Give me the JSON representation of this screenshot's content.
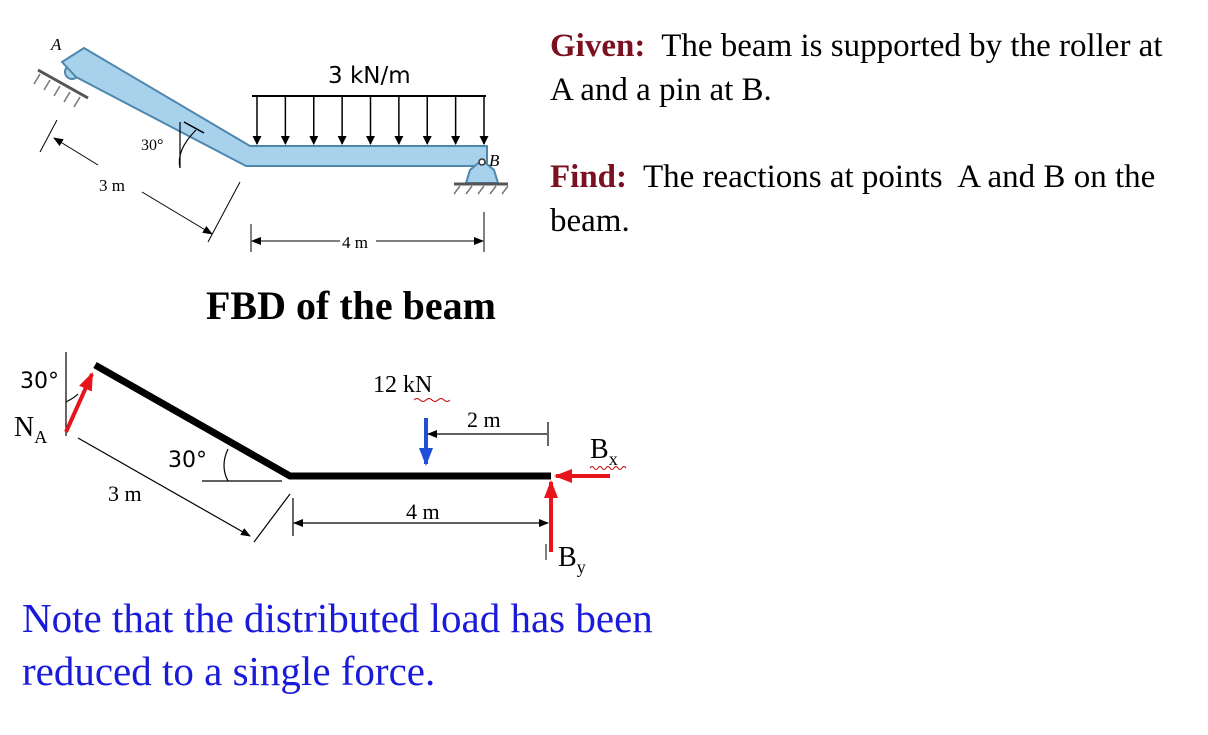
{
  "given": {
    "label": "Given:",
    "text": "The beam is supported by the roller at A and a pin at B."
  },
  "find": {
    "label": "Find:",
    "text": "The reactions at points  A and B on the beam."
  },
  "fbd_title": "FBD of the beam",
  "note": "Note that the distributed load has been reduced to a single force.",
  "top_diagram": {
    "point_a": "A",
    "point_b": "B",
    "load": "3 kN/m",
    "angle": "30°",
    "len_incline": "3 m",
    "len_horizontal": "4 m"
  },
  "fbd": {
    "angle_reaction": "30°",
    "reaction_a": "N",
    "reaction_a_sub": "A",
    "resultant": "12 kN",
    "resultant_offset": "2 m",
    "reaction_bx": "B",
    "reaction_bx_sub": "x",
    "reaction_by": "B",
    "reaction_by_sub": "y",
    "angle_beam": "30°",
    "len_incline": "3 m",
    "len_horizontal": "4 m"
  },
  "colors": {
    "label": "#7a1020",
    "beam": "#a8d2ec",
    "beam_edge": "#4d87ad",
    "reaction": "#e8141c",
    "resultant": "#1f4fd8",
    "note": "#1a1adb"
  }
}
